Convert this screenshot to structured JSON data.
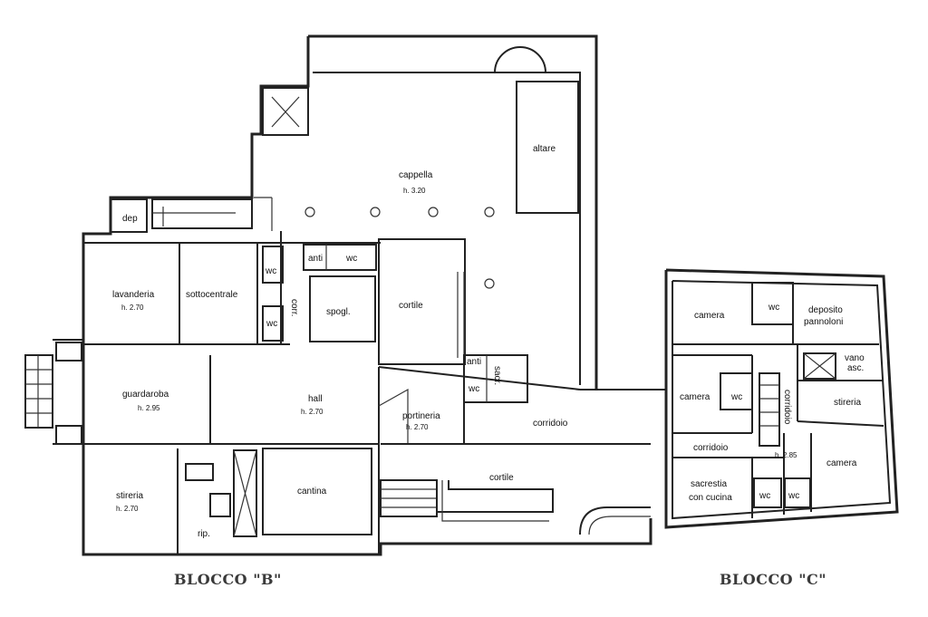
{
  "rooms": {
    "dep": "dep",
    "lavanderia": "lavanderia",
    "lavanderia_h": "h. 2.70",
    "sottocentrale": "sottocentrale",
    "wc_b1": "wc",
    "wc_b2": "wc",
    "corr": "corr.",
    "anti_1": "anti",
    "wc_b3": "wc",
    "spogl": "spogl.",
    "cortile_1": "cortile",
    "cappella": "cappella",
    "cappella_h": "h. 3.20",
    "altare": "altare",
    "guardaroba": "guardaroba",
    "guardaroba_h": "h. 2.95",
    "hall": "hall",
    "hall_h": "h. 2.70",
    "anti_2": "anti",
    "wc_b4": "wc",
    "sacr": "sacr.",
    "portineria": "portineria",
    "portineria_h": "h. 2.70",
    "corridoio_1": "corridoio",
    "stireria_b": "stireria",
    "stireria_b_h": "h. 2.70",
    "cantina": "cantina",
    "rip": "rip.",
    "cortile_2": "cortile",
    "camera_1": "camera",
    "wc_c1": "wc",
    "deposito": "deposito",
    "pannoloni": "pannoloni",
    "vano": "vano",
    "asc": "asc.",
    "camera_2": "camera",
    "wc_c2": "wc",
    "corridoio_2": "corridoio",
    "stireria_c": "stireria",
    "corridoio_3": "corridoio",
    "h285": "h. 2.85",
    "camera_3": "camera",
    "sacrestia": "sacrestia",
    "con_cucina": "con cucina",
    "wc_c3": "wc",
    "wc_c4": "wc"
  },
  "blocks": {
    "b": "BLOCCO \"B\"",
    "c": "BLOCCO \"C\""
  }
}
